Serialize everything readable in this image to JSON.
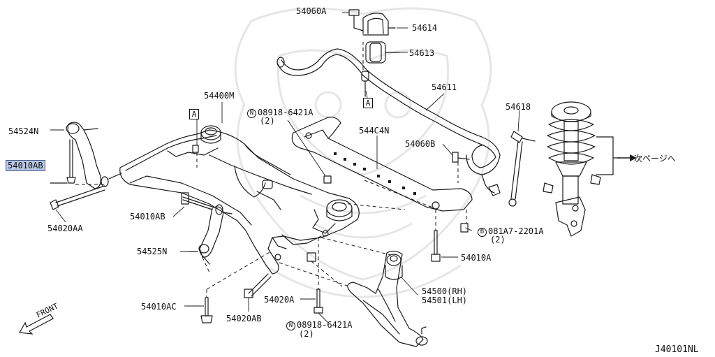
{
  "colors": {
    "line": "#1a1a1a",
    "highlight": "#b9c8e6",
    "watermark": "#e4e4e4"
  },
  "labels": {
    "p54060A": "54060A",
    "p54614": "54614",
    "p54613": "54613",
    "p54611": "54611",
    "p54400M": "54400M",
    "p54524N": "54524N",
    "p54010AB_left": "54010AB",
    "p54020AA": "54020AA",
    "p54010AB_mid": "54010AB",
    "p54525N": "54525N",
    "p54010AC": "54010AC",
    "p54020AB": "54020AB",
    "p54020A": "54020A",
    "p54C4N": "544C4N",
    "p54060B": "54060B",
    "p54618": "54618",
    "p54010A": "54010A",
    "p54500": "54500(RH)",
    "p54501": "54501(LH)",
    "n08918_top": "08918-6421A",
    "n08918_top_qty": "(2)",
    "n08918_bot": "08918-6421A",
    "n08918_bot_qty": "(2)",
    "b081A7": "081A7-2201A",
    "b081A7_qty": "(2)",
    "next_page": "次ページへ",
    "front": "FRONT",
    "diagram_code": "J40101NL",
    "ref_a": "A",
    "circ_n": "N",
    "circ_b": "B"
  }
}
